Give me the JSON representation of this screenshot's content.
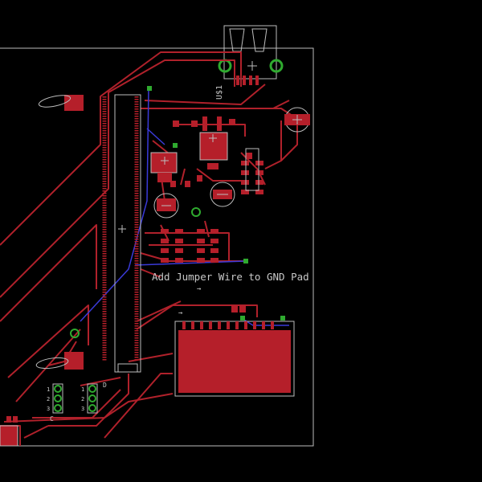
{
  "board": {
    "background_color": "#000000",
    "copper_color": "#b0212b",
    "pad_color": "#b51f2a",
    "silkscreen_color": "#c8c8c8",
    "via_color": "#2faa2f",
    "airwire_color": "#3a3ad8"
  },
  "labels": {
    "jumper_note": "Add Jumper Wire to GND Pad",
    "usb_part": "U$1",
    "arrow_down": "→",
    "arrow_small": "→"
  },
  "headers": [
    {
      "name": "header-a",
      "pin_labels": [
        "1",
        "2",
        "3"
      ],
      "marker": "C"
    },
    {
      "name": "header-b",
      "pin_labels": [
        "1",
        "2",
        "3"
      ],
      "marker": "D"
    }
  ]
}
